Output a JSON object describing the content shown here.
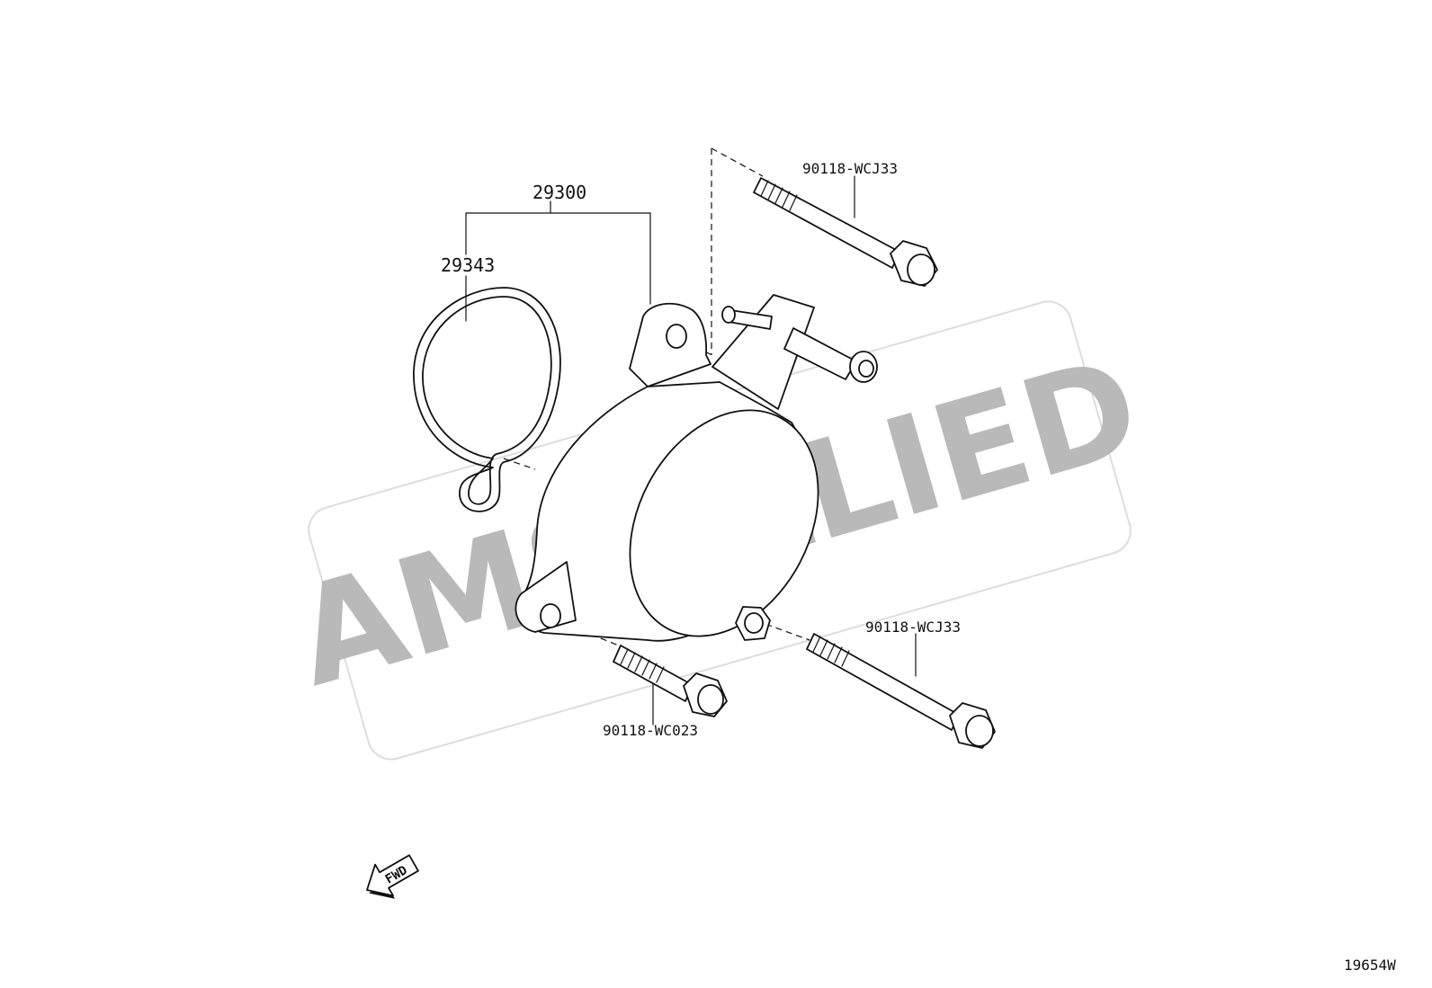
{
  "labels": {
    "assembly": "29300",
    "gasket": "29343",
    "bolt_upper": "90118-WCJ33",
    "bolt_lower_right": "90118-WCJ33",
    "bolt_lower_left": "90118-WC023",
    "fwd": "FWD",
    "diagram_code": "19654W"
  },
  "watermark": {
    "text": "AMSALLIED",
    "color": "#b9b9b9"
  },
  "colors": {
    "ink": "#111111",
    "background": "#ffffff"
  }
}
